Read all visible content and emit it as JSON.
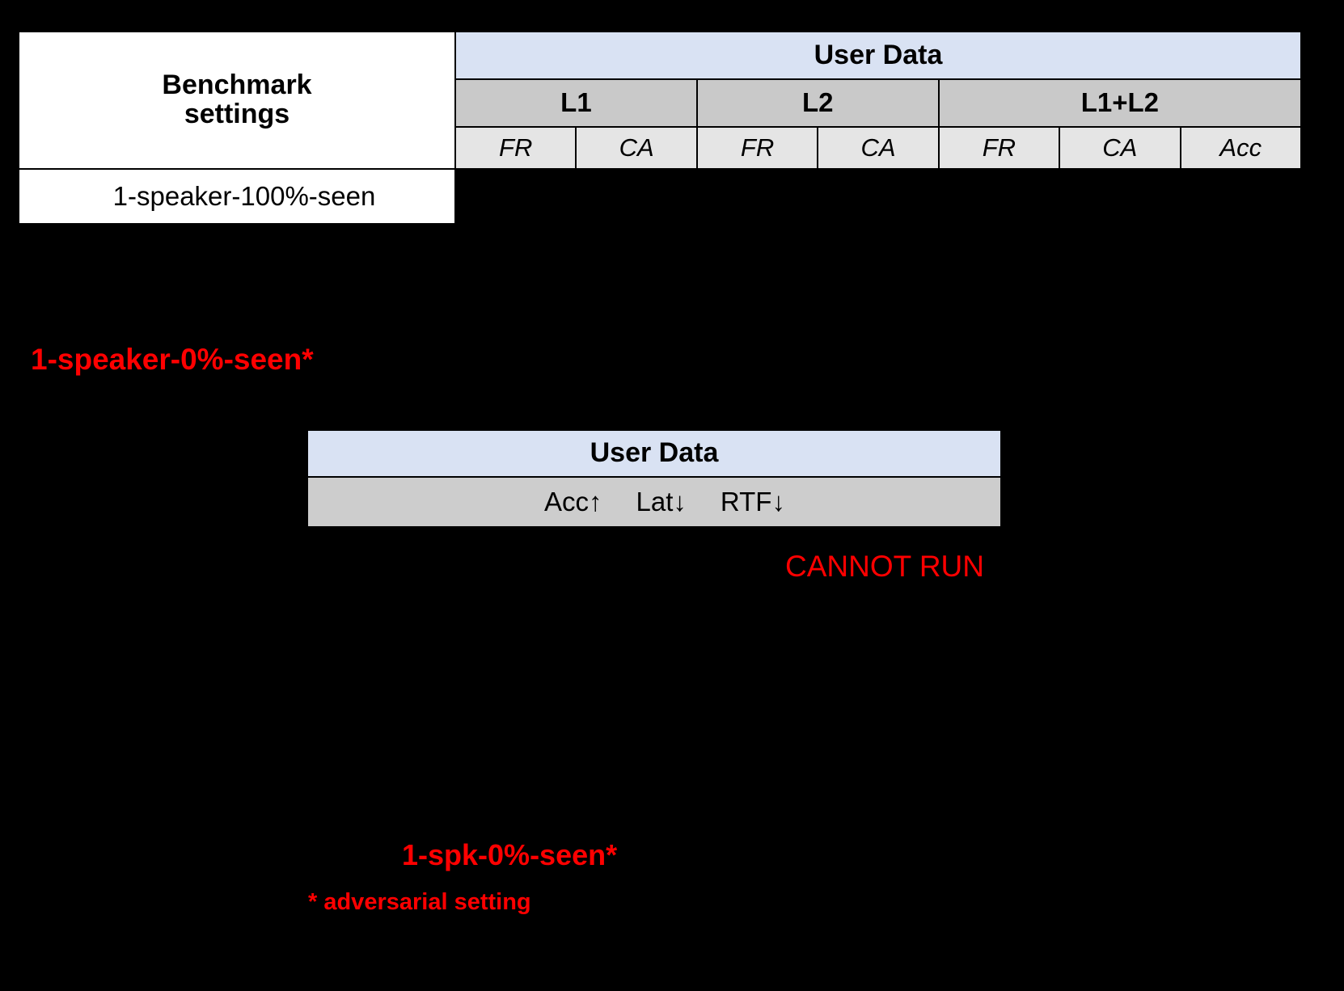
{
  "table_one": {
    "row_label_header": {
      "line1": "Benchmark",
      "line2": "settings"
    },
    "group_header": "User Data",
    "groups": [
      {
        "name": "L1",
        "metrics": [
          "FR",
          "CA"
        ]
      },
      {
        "name": "L2",
        "metrics": [
          "FR",
          "CA"
        ]
      },
      {
        "name": "L1+L2",
        "metrics": [
          "FR",
          "CA",
          "Acc"
        ]
      }
    ],
    "rows": [
      {
        "label": "1-speaker-100%-seen"
      }
    ]
  },
  "table_two": {
    "group_header": "User Data",
    "metrics": [
      "Acc↑",
      "Lat↓",
      "RTF↓"
    ]
  },
  "annotations": {
    "setting_red": "1-speaker-0%-seen*",
    "cannot_run": "CANNOT RUN",
    "setting_short_red": "1-spk-0%-seen*",
    "footnote": "* adversarial setting"
  },
  "colors": {
    "background": "#000000",
    "accent_red": "#ff0000",
    "header_blue": "#d9e2f3",
    "group_gray": "#c9c9c9",
    "metric_gray": "#e5e5e5",
    "table_two_gray": "#cdcdcd",
    "cell_white": "#ffffff"
  }
}
